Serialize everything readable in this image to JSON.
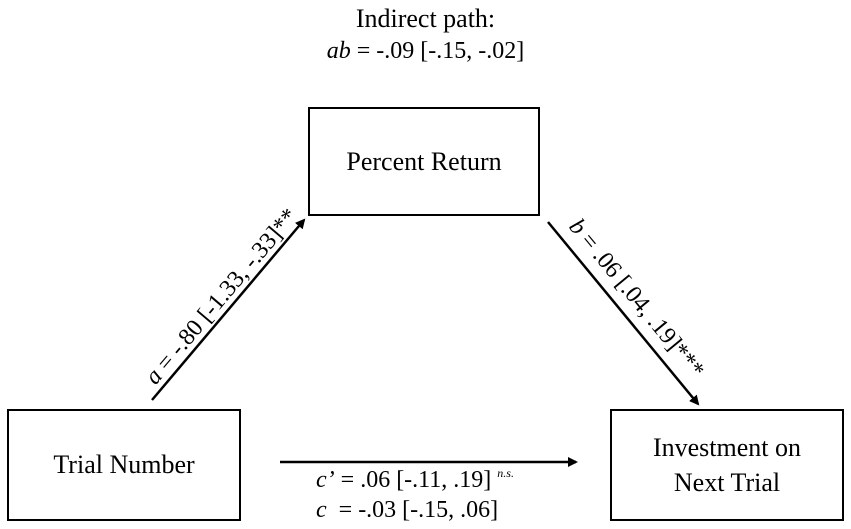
{
  "indirect": {
    "title": "Indirect path:",
    "ab_symbol": "ab",
    "ab_value": " = -.09 [-.15, -.02]"
  },
  "nodes": {
    "mediator": "Percent Return",
    "predictor": "Trial Number",
    "outcome_line1": "Investment on",
    "outcome_line2": "Next Trial"
  },
  "paths": {
    "a_symbol": "a",
    "a_value": " = -.80 [-1.33, -.33]**",
    "b_symbol": "b",
    "b_value": " = .06 [.04, .19]***",
    "c_prime_symbol": "c’",
    "c_prime_value": " = .06 [-.11, .19] ",
    "c_prime_sig": "n.s.",
    "c_symbol": "c",
    "c_value": "  = -.03 [-.15, .06]"
  },
  "colors": {
    "stroke": "#000000",
    "background": "#ffffff"
  }
}
